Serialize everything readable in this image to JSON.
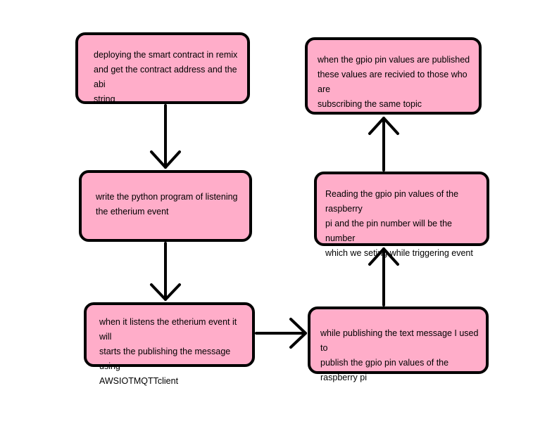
{
  "nodes": [
    {
      "id": "n1",
      "text": "deploying the smart contract in remix\nand get the contract address and the abi\nstring"
    },
    {
      "id": "n2",
      "text": "write the python program of listening\nthe etherium event"
    },
    {
      "id": "n3",
      "text": "when it listens the etherium event it will\nstarts the publishing  the message using\nAWSIOTMQTTclient"
    },
    {
      "id": "n4",
      "text": "while publishing the text message I used to\npublish the gpio pin values of the raspberry pi"
    },
    {
      "id": "n5",
      "text": "Reading the gpio pin values of the raspberry\npi and the pin number will be the number\nwhich we seting while triggering event"
    },
    {
      "id": "n6",
      "text": "when the gpio pin values are published\nthese values are recivied to those who are\nsubscribing the same topic"
    }
  ],
  "edges": [
    {
      "from": "n1",
      "to": "n2"
    },
    {
      "from": "n2",
      "to": "n3"
    },
    {
      "from": "n3",
      "to": "n4"
    },
    {
      "from": "n4",
      "to": "n5"
    },
    {
      "from": "n5",
      "to": "n6"
    }
  ],
  "colors": {
    "node_fill": "#ffadc9",
    "stroke": "#000000",
    "background": "#ffffff"
  }
}
